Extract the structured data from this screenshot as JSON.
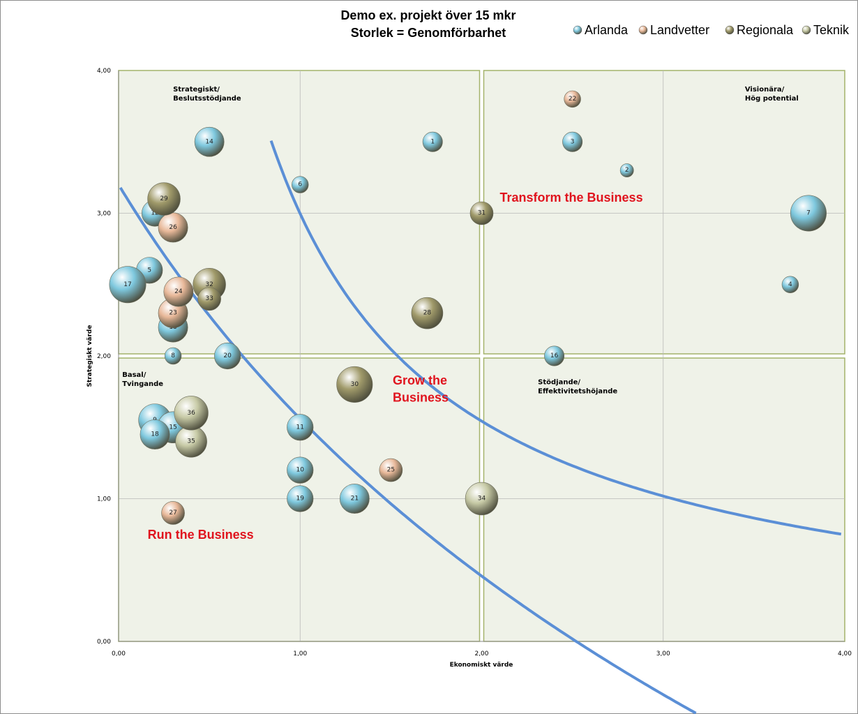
{
  "chart_data": {
    "type": "scatter",
    "title_lines": [
      "Demo ex. projekt över 15 mkr",
      "Storlek = Genomförbarhet"
    ],
    "xlabel": "Ekonomiskt värde",
    "ylabel": "Strategiskt värde",
    "xlim": [
      0,
      4
    ],
    "ylim": [
      0,
      4
    ],
    "xticks": [
      "0,00",
      "1,00",
      "2,00",
      "3,00",
      "4,00"
    ],
    "yticks": [
      "0,00",
      "1,00",
      "2,00",
      "3,00",
      "4,00"
    ],
    "grid": true,
    "legend_position": "top-right",
    "size_encoding": "Genomförbarhet",
    "series": [
      {
        "name": "Arlanda",
        "color": "#7ec8de",
        "points": [
          {
            "id": "1",
            "x": 1.73,
            "y": 3.5,
            "size": 2
          },
          {
            "id": "2",
            "x": 2.8,
            "y": 3.3,
            "size": 1
          },
          {
            "id": "3",
            "x": 2.5,
            "y": 3.5,
            "size": 2
          },
          {
            "id": "4",
            "x": 3.7,
            "y": 2.5,
            "size": 1.5
          },
          {
            "id": "5",
            "x": 0.17,
            "y": 2.6,
            "size": 3
          },
          {
            "id": "6",
            "x": 1.0,
            "y": 3.2,
            "size": 1.5
          },
          {
            "id": "7",
            "x": 3.8,
            "y": 3.0,
            "size": 4.5
          },
          {
            "id": "8",
            "x": 0.3,
            "y": 2.0,
            "size": 1.5
          },
          {
            "id": "9",
            "x": 0.2,
            "y": 1.55,
            "size": 4
          },
          {
            "id": "10",
            "x": 1.0,
            "y": 1.2,
            "size": 3
          },
          {
            "id": "11",
            "x": 1.0,
            "y": 1.5,
            "size": 3
          },
          {
            "id": "12",
            "x": 0.2,
            "y": 3.0,
            "size": 3
          },
          {
            "id": "13",
            "x": 0.3,
            "y": 2.2,
            "size": 3.5
          },
          {
            "id": "14",
            "x": 0.5,
            "y": 3.5,
            "size": 3.5
          },
          {
            "id": "15",
            "x": 0.3,
            "y": 1.5,
            "size": 3.8
          },
          {
            "id": "16",
            "x": 2.4,
            "y": 2.0,
            "size": 2
          },
          {
            "id": "17",
            "x": 0.05,
            "y": 2.5,
            "size": 4.6
          },
          {
            "id": "18",
            "x": 0.2,
            "y": 1.45,
            "size": 3.5
          },
          {
            "id": "19",
            "x": 1.0,
            "y": 1.0,
            "size": 3
          },
          {
            "id": "20",
            "x": 0.6,
            "y": 2.0,
            "size": 3
          },
          {
            "id": "21",
            "x": 1.3,
            "y": 1.0,
            "size": 3.5
          }
        ]
      },
      {
        "name": "Landvetter",
        "color": "#e8b899",
        "points": [
          {
            "id": "22",
            "x": 2.5,
            "y": 3.8,
            "size": 1.5
          },
          {
            "id": "23",
            "x": 0.3,
            "y": 2.3,
            "size": 3.5
          },
          {
            "id": "24",
            "x": 0.33,
            "y": 2.45,
            "size": 3.5
          },
          {
            "id": "25",
            "x": 1.5,
            "y": 1.2,
            "size": 2.5
          },
          {
            "id": "26",
            "x": 0.3,
            "y": 2.9,
            "size": 3.5
          },
          {
            "id": "27",
            "x": 0.3,
            "y": 0.9,
            "size": 2.5
          }
        ]
      },
      {
        "name": "Regionala",
        "color": "#a09a6a",
        "points": [
          {
            "id": "28",
            "x": 1.7,
            "y": 2.3,
            "size": 3.8
          },
          {
            "id": "29",
            "x": 0.25,
            "y": 3.1,
            "size": 4
          },
          {
            "id": "30",
            "x": 1.3,
            "y": 1.8,
            "size": 4.5
          },
          {
            "id": "31",
            "x": 2.0,
            "y": 3.0,
            "size": 2.5
          },
          {
            "id": "32",
            "x": 0.5,
            "y": 2.5,
            "size": 4
          },
          {
            "id": "33",
            "x": 0.5,
            "y": 2.4,
            "size": 2.5
          }
        ]
      },
      {
        "name": "Teknik",
        "color": "#c7caa6",
        "points": [
          {
            "id": "34",
            "x": 2.0,
            "y": 1.0,
            "size": 4
          },
          {
            "id": "35",
            "x": 0.4,
            "y": 1.4,
            "size": 3.8
          },
          {
            "id": "36",
            "x": 0.4,
            "y": 1.6,
            "size": 4.2
          }
        ]
      }
    ],
    "quadrant_labels": [
      {
        "lines": [
          "Strategiskt/",
          "Beslutsstödjande"
        ],
        "x": 0.3,
        "y": 3.95
      },
      {
        "lines": [
          "Visionära/",
          "Hög potential"
        ],
        "x": 3.45,
        "y": 3.95
      },
      {
        "lines": [
          "Basal/",
          "Tvingande"
        ],
        "x": 0.02,
        "y": 1.95
      },
      {
        "lines": [
          "Stödjande/",
          "Effektivitetshöjande"
        ],
        "x": 2.31,
        "y": 1.9
      }
    ],
    "annotations": [
      {
        "text": "Transform the Business",
        "x": 2.1,
        "y": 3.08
      },
      {
        "text": "Grow the",
        "x": 1.51,
        "y": 1.8
      },
      {
        "text": "Business",
        "x": 1.51,
        "y": 1.68
      },
      {
        "text": "Run the Business",
        "x": 0.16,
        "y": 0.72
      }
    ]
  }
}
